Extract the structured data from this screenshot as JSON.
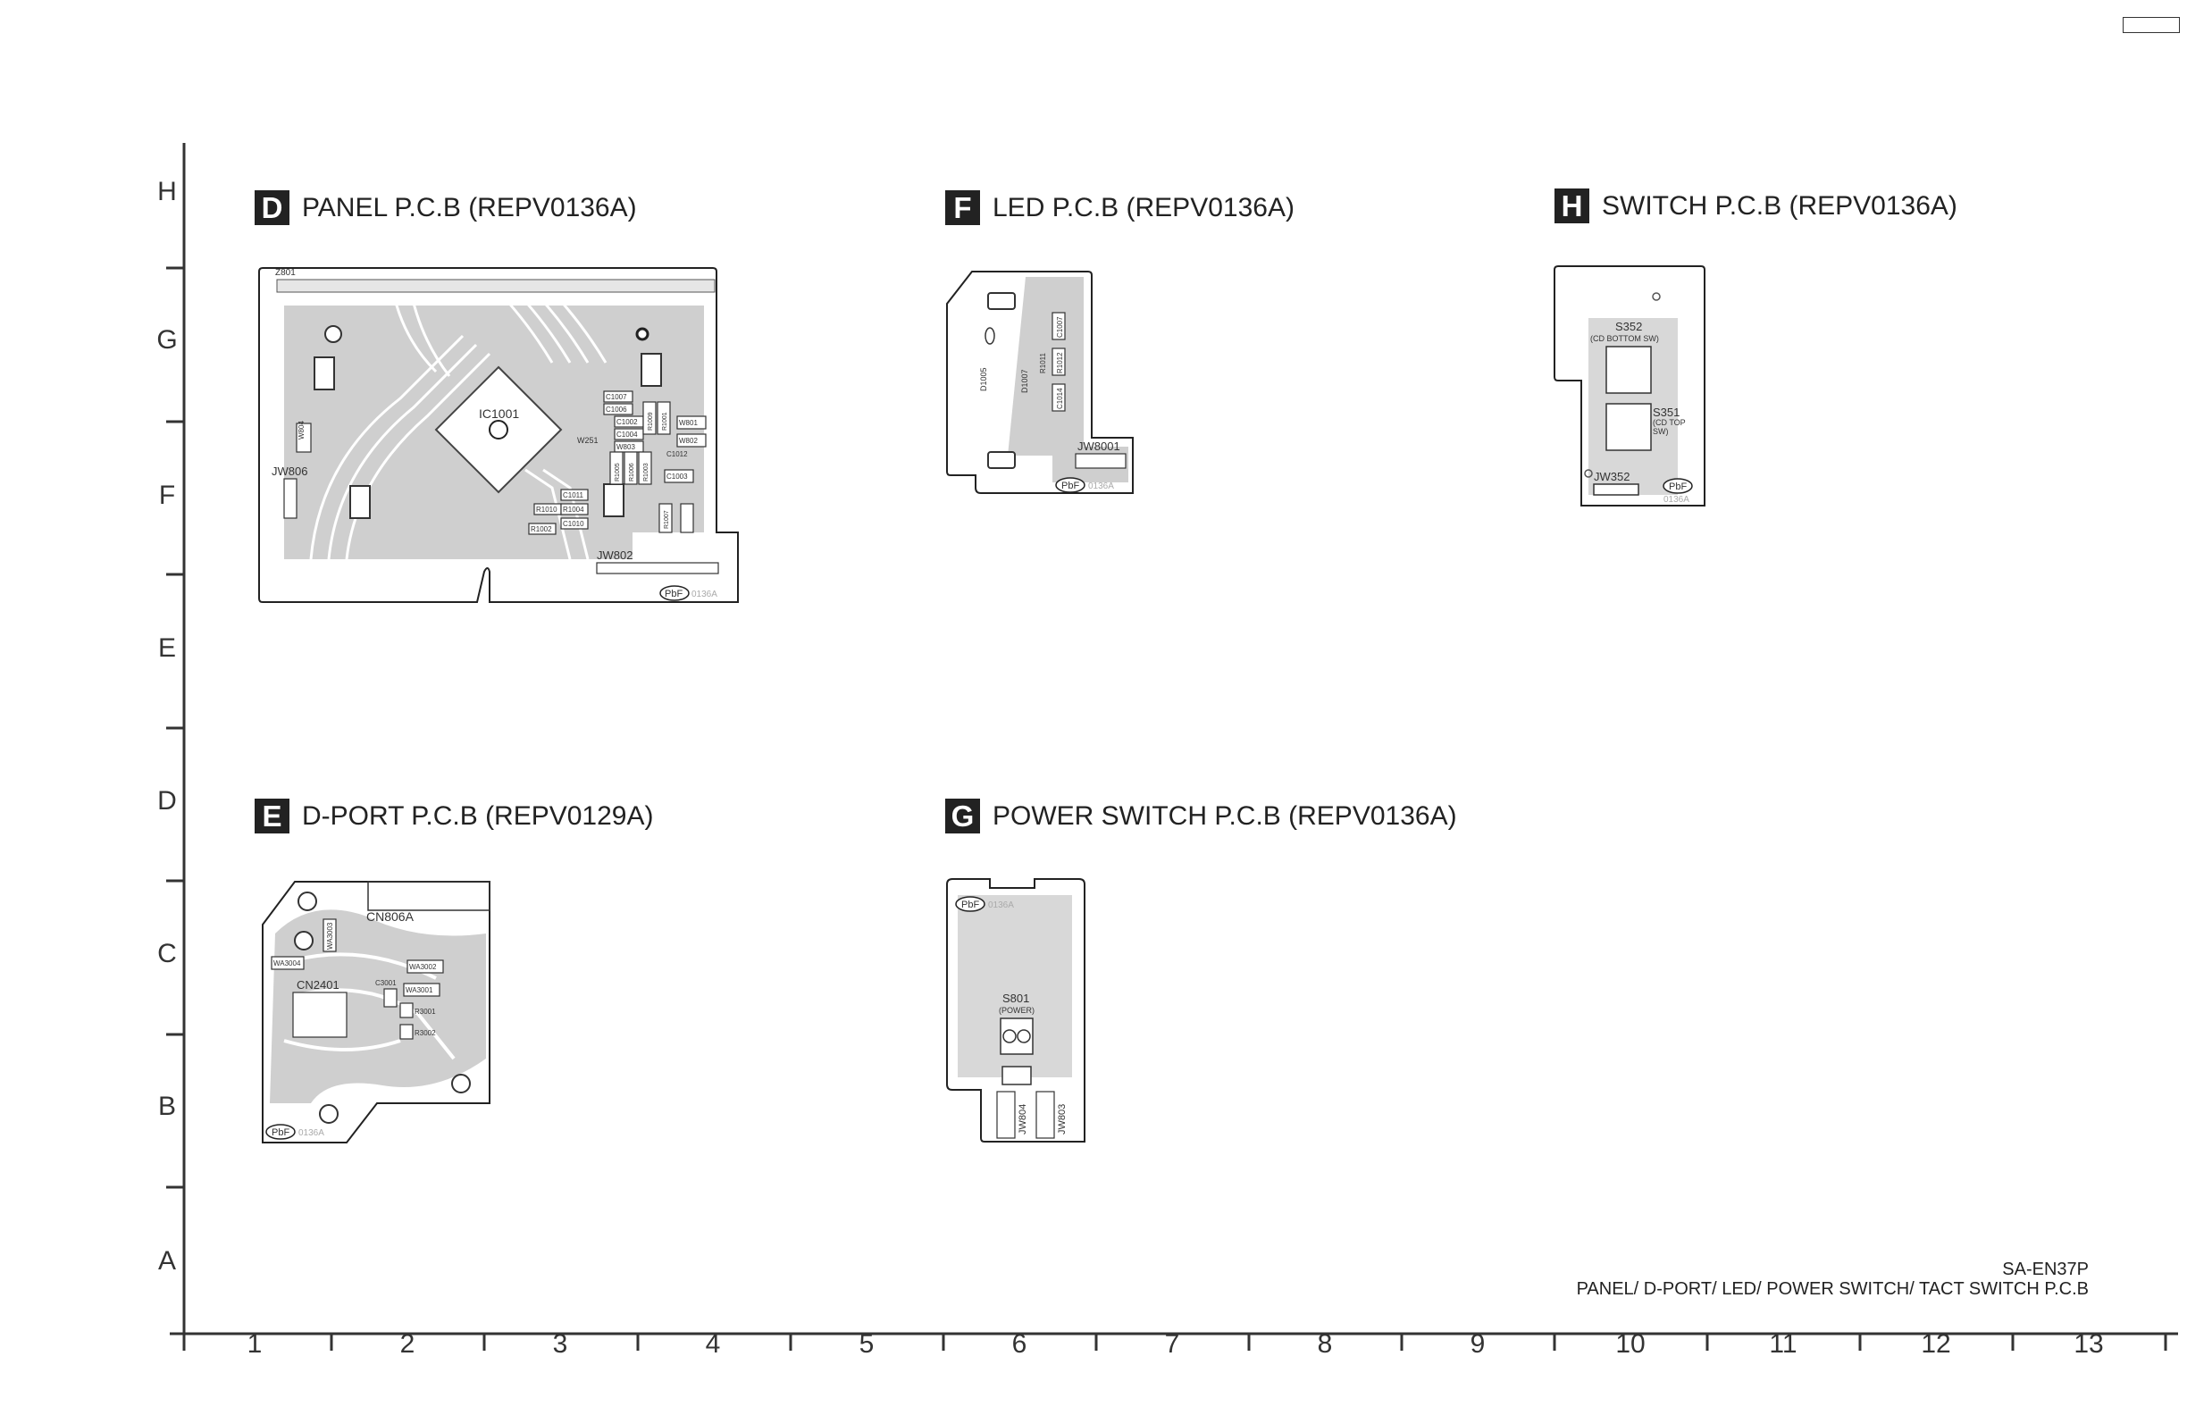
{
  "page_box_label": "",
  "grid": {
    "rows": [
      "H",
      "G",
      "F",
      "E",
      "D",
      "C",
      "B",
      "A"
    ],
    "cols": [
      "1",
      "2",
      "3",
      "4",
      "5",
      "6",
      "7",
      "8",
      "9",
      "10",
      "11",
      "12",
      "13"
    ]
  },
  "sections": {
    "D": {
      "letter": "D",
      "title": "PANEL P.C.B (REPV0136A)"
    },
    "F": {
      "letter": "F",
      "title": "LED P.C.B (REPV0136A)"
    },
    "H": {
      "letter": "H",
      "title": "SWITCH P.C.B (REPV0136A)"
    },
    "E": {
      "letter": "E",
      "title": "D-PORT P.C.B (REPV0129A)"
    },
    "G": {
      "letter": "G",
      "title": "POWER SWITCH P.C.B (REPV0136A)"
    }
  },
  "panel_board": {
    "refs": [
      "Z801",
      "IC1001",
      "JW806",
      "W804",
      "W251",
      "JW802",
      "C1007",
      "C1006",
      "C1002",
      "C1004",
      "W803",
      "W801",
      "W802",
      "C1012",
      "C1003",
      "C1011",
      "R1010",
      "R1004",
      "R1002",
      "C1010",
      "R1009",
      "R1001",
      "R1005",
      "R1006",
      "R1003",
      "R1007"
    ],
    "badge": "PbF",
    "code": "0136A"
  },
  "led_board": {
    "refs": [
      "D1005",
      "D1007",
      "C1007",
      "R1012",
      "R1011",
      "C1014",
      "JW8001"
    ],
    "badge": "PbF",
    "code": "0136A"
  },
  "switch_board": {
    "refs": [
      "S352",
      "(CD BOTTOM SW)",
      "S351",
      "(CD TOP",
      "SW)",
      "JW352"
    ],
    "badge": "PbF",
    "code": "0136A"
  },
  "dport_board": {
    "refs": [
      "CN806A",
      "WA3003",
      "WA3004",
      "WA3002",
      "C3001",
      "WA3001",
      "R3001",
      "R3002",
      "CN2401"
    ],
    "badge": "PbF",
    "code": "0136A"
  },
  "power_board": {
    "refs": [
      "S801",
      "(POWER)",
      "JW804",
      "JW803"
    ],
    "badge": "PbF",
    "code": "0136A"
  },
  "footer": {
    "model": "SA-EN37P",
    "subtitle": "PANEL/ D-PORT/ LED/ POWER SWITCH/ TACT SWITCH P.C.B"
  }
}
